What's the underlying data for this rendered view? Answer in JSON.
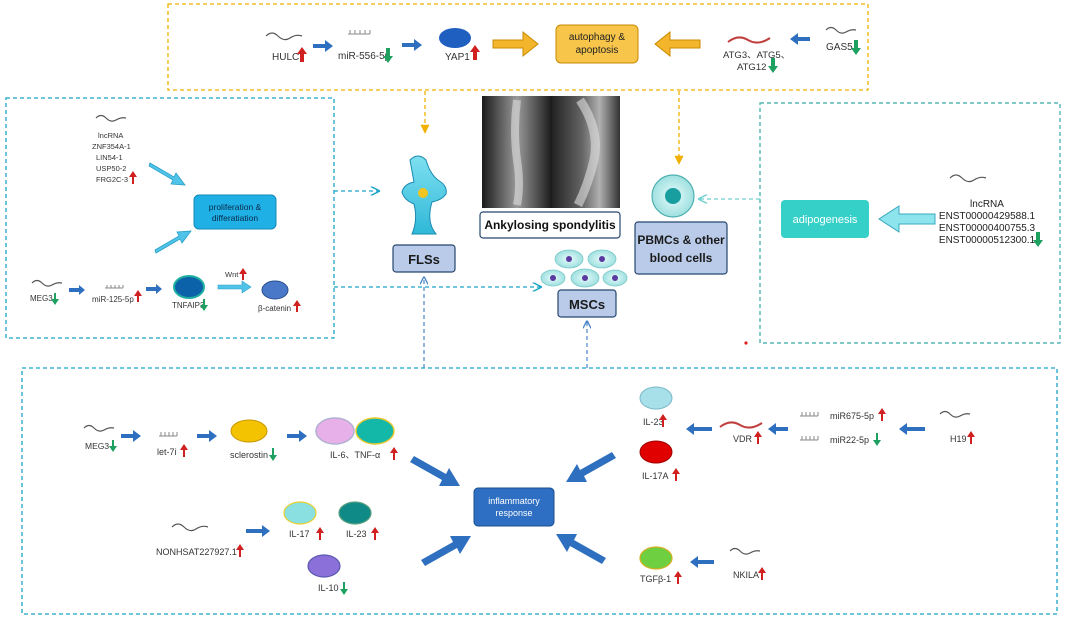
{
  "colors": {
    "yellow_box_border": "#f0b000",
    "cyan_box_border": "#1aa4c8",
    "teal_box_border": "#33a9a9",
    "bottom_box_border": "#1aa4c8",
    "arrow_blue": "#2f6fbf",
    "arrow_yellow_fill": "#f3b52c",
    "arrow_light_fill": "#4fc3e8",
    "up_red": "#d02020",
    "down_green": "#1ea060",
    "label_bg": "#b9cbe9",
    "inflam_fill": "#2e6fc3",
    "prolif_fill": "#1fb0e6",
    "adipo_fill": "#35d0c8",
    "autophagy_fill": "#f6c54a"
  },
  "top": {
    "hulc": "HULC",
    "mir556": "miR-556-5p",
    "yap1": "YAP1",
    "autophagy": "autophagy &",
    "apoptosis": "apoptosis",
    "atg_line1": "ATG3、ATG5、",
    "atg_line2": "ATG12",
    "gas5": "GAS5"
  },
  "left": {
    "lncrna": "lncRNA",
    "znf": "ZNF354A-1",
    "lin54": "LIN54-1",
    "usp50": "USP50-2",
    "frg2c": "FRG2C-3",
    "prolif_line1": "proliferation &",
    "prolif_line2": "differatiation",
    "meg3": "MEG3",
    "mir125": "miR-125-5p",
    "tnfaip3": "TNFAIP3",
    "wnt": "Wnt",
    "beta_catenin": "β-catenin"
  },
  "center": {
    "as_label": "Ankylosing  spondylitis",
    "flss": "FLSs",
    "mscs": "MSCs",
    "pbmc_line1": "PBMCs & other",
    "pbmc_line2": "blood cells"
  },
  "right": {
    "adipogenesis": "adipogenesis",
    "lncrna": "lncRNA",
    "enst1": "ENST00000429588.1",
    "enst2": "ENST00000400755.3",
    "enst3": "ENST00000512300.1"
  },
  "bottom": {
    "meg3": "MEG3",
    "let7i": "let-7i",
    "sclerostin": "sclerostin",
    "il6_tnf": "IL-6、TNF-α",
    "inflam_line1": "inflammatory",
    "inflam_line2": "response",
    "nonhsat": "NONHSAT227927.1",
    "il17": "IL-17",
    "il23_mid": "IL-23",
    "il10": "IL-10",
    "il23_right": "IL-23",
    "il17a": "IL-17A",
    "vdr": "VDR",
    "mir675": "miR675-5p",
    "mir22": "miR22-5p",
    "h19": "H19",
    "tgfb": "TGFβ-1",
    "nkila": "NKILA"
  }
}
